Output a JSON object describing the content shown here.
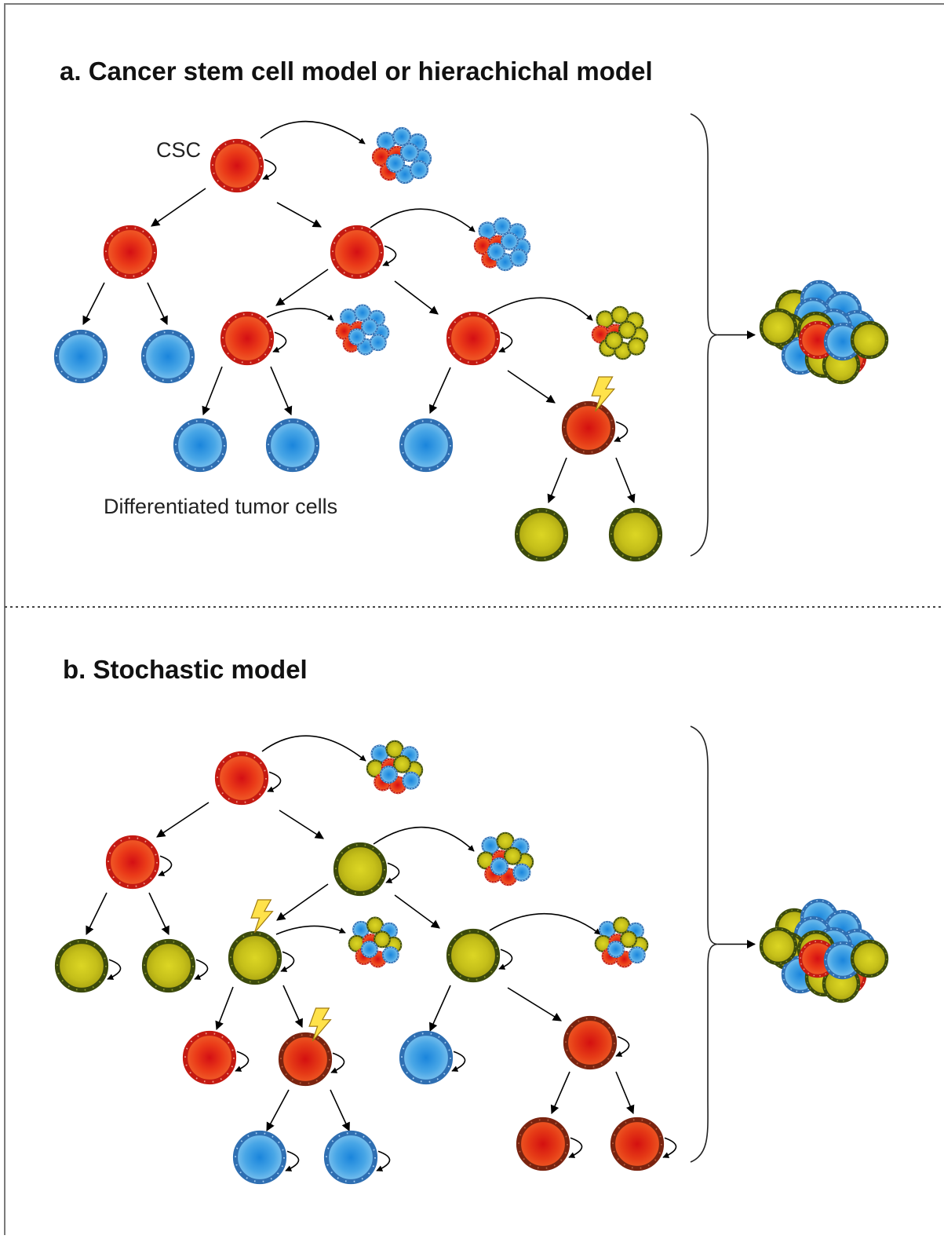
{
  "panels": {
    "a": {
      "title": "a. Cancer stem cell model or hierachichal model"
    },
    "b": {
      "title": "b. Stochastic model"
    }
  },
  "labels": {
    "csc": "CSC",
    "differentiated": "Differentiated tumor cells"
  },
  "legend_colors": {
    "stem_cell_red": "#e8321a",
    "differentiated_blue": "#3a9ae0",
    "mutated_olive": "#b8b414",
    "mutation_bolt": "#ffe24a"
  }
}
